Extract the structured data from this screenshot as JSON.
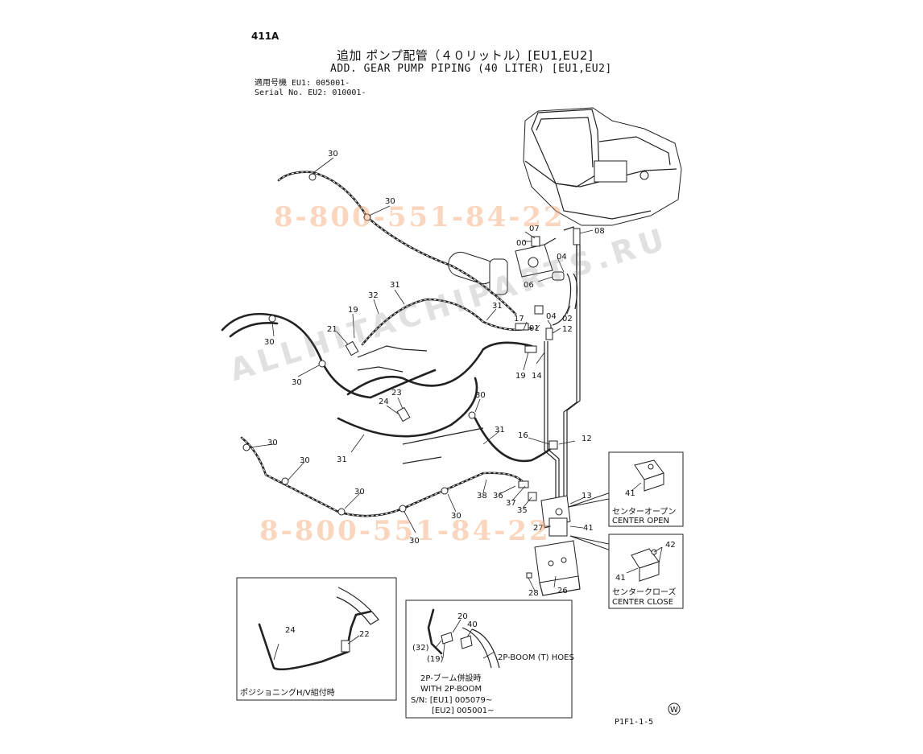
{
  "header": {
    "page_code": "411A",
    "title_jp": "追加 ポンプ配管（４０リットル）[EU1,EU2]",
    "title_en": "ADD. GEAR PUMP PIPING (40 LITER) [EU1,EU2]",
    "serial_jp": "適用号機  EU1: 005001-",
    "serial_en": "Serial No. EU2: 010001-"
  },
  "callouts": {
    "c00": "00",
    "c01": "01",
    "c02": "02",
    "c04a": "04",
    "c04b": "04",
    "c06": "06",
    "c07": "07",
    "c08": "08",
    "c12a": "12",
    "c12b": "12",
    "c13": "13",
    "c14": "14",
    "c16": "16",
    "c17": "17",
    "c19a": "19",
    "c19b": "19",
    "c21": "21",
    "c23": "23",
    "c24a": "24",
    "c26": "26",
    "c27": "27",
    "c28": "28",
    "c30a": "30",
    "c30b": "30",
    "c30c": "30",
    "c30d": "30",
    "c30e": "30",
    "c30f": "30",
    "c30g": "30",
    "c30h": "30",
    "c30i": "30",
    "c30j": "30",
    "c31a": "31",
    "c31b": "31",
    "c31c": "31",
    "c31d": "31",
    "c32": "32",
    "c35": "35",
    "c36": "36",
    "c37": "37",
    "c38": "38",
    "c41a": "41",
    "c41b": "41",
    "c41c": "41",
    "c42": "42"
  },
  "insets": {
    "center_open": {
      "jp": "センターオープン",
      "en": "CENTER OPEN",
      "part": "41"
    },
    "center_close": {
      "jp": "センタークローズ",
      "en": "CENTER CLOSE",
      "part_a": "41",
      "part_b": "42"
    },
    "positioning": {
      "caption": "ポジショニングH/V組付時",
      "part_a": "24",
      "part_b": "22"
    },
    "boom": {
      "p32": "(32)",
      "p19": "(19)",
      "p20": "20",
      "p40": "40",
      "hose_label": "2P-BOOM (T) HOES",
      "line1": "2P-ブーム併設時",
      "line2": "WITH  2P-BOOM",
      "line3": "S/N: [EU1] 005079~",
      "line4": "[EU2] 005001~"
    }
  },
  "watermarks": {
    "phone_top": "8-800-551-84-22",
    "phone_bottom": "8-800-551-84-22",
    "site": "ALLHITACHIPARTS.RU"
  },
  "footer": {
    "drawing_code": "P1F1-1-5",
    "mark": "W"
  }
}
